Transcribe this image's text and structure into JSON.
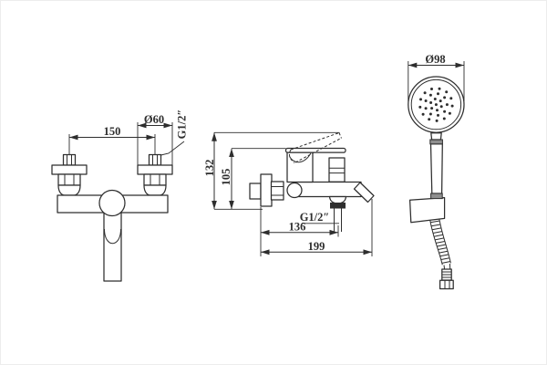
{
  "drawing": {
    "background": "#ffffff",
    "line_color": "#2e2e2e",
    "shade_color": "#8f8f8f",
    "front_view": {
      "dim_inlet_spacing": "150",
      "dim_escutcheon_diameter": "Ø60",
      "inlet_thread_label": "G1/2″"
    },
    "side_view": {
      "dim_overall_height": "132",
      "dim_height_to_lever": "105",
      "outlet_thread_label": "G1/2″",
      "dim_wall_to_outlet": "136",
      "dim_overall_depth": "199"
    },
    "hand_shower": {
      "dim_head_diameter": "Ø98"
    }
  }
}
